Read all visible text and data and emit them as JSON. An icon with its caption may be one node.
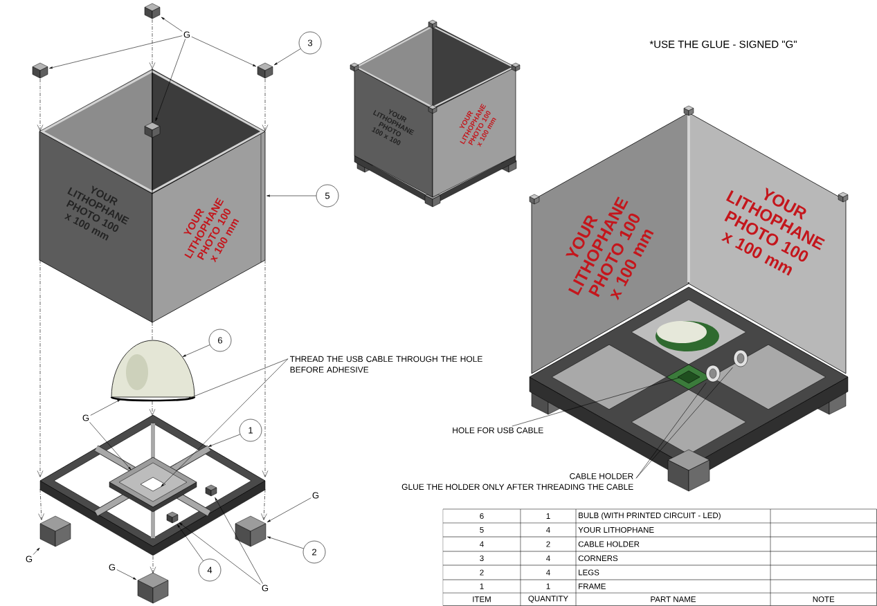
{
  "diagram": {
    "nodes": [
      {
        "text": [],
        "shape": "picture"
      },
      {
        "text": [],
        "shape": "picture"
      },
      {
        "text": [],
        "shape": "picture"
      },
      {
        "text": [],
        "shape": "picture",
        "in": 4
      },
      {
        "text": [
          "YOUR LITHOPHANE PHOTO 100 x 100 mm",
          "YOUR LITHOPHANE PHOTO 100 x 100 mm"
        ]
      },
      {
        "text": [],
        "shape": "picture"
      },
      {
        "text": [],
        "shape": "picture"
      },
      {
        "text": [],
        "shape": "picture",
        "in": 6
      },
      {
        "text": [],
        "shape": "picture",
        "in": 6
      },
      {
        "text": [],
        "shape": "picture"
      },
      {
        "text": [],
        "shape": "picture"
      },
      {
        "text": [],
        "shape": "picture"
      },
      {
        "text": [
          "G"
        ]
      },
      {
        "text": [
          "3"
        ]
      },
      {
        "text": [
          "5"
        ]
      },
      {
        "text": [
          "6"
        ]
      },
      {
        "text": [
          "THREAD THE USB CABLE THROUGH THE HOLE BEFORE ADHESIVE"
        ]
      },
      {
        "text": [
          "G"
        ]
      },
      {
        "text": [
          "1"
        ]
      },
      {
        "text": [
          "G"
        ]
      },
      {
        "text": [
          "2"
        ]
      },
      {
        "text": [
          "G"
        ]
      },
      {
        "text": [
          "G"
        ]
      },
      {
        "text": [
          "4"
        ]
      },
      {
        "text": [
          "G"
        ]
      },
      {
        "text": [
          "YOUR LITHOPHANE PHOTO 100 x 100",
          "YOUR LITHOPHANE PHOTO 100 x 100 mm"
        ]
      },
      {
        "text": [
          "YOUR LITHOPHANE PHOTO 100 x 100 mm",
          "YOUR LITHOPHANE PHOTO 100 x 100 mm"
        ]
      },
      {
        "text": [
          "HOLE FOR USB CABLE"
        ]
      },
      {
        "text": [
          "CABLE HOLDER",
          "GLUE THE HOLDER ONLY AFTER THREADING THE CABLE"
        ]
      },
      {
        "text": [],
        "shape": "picture",
        "in": 26
      },
      {
        "text": [],
        "shape": "picture",
        "in": 26
      },
      {
        "text": [],
        "shape": "picture",
        "in": 26
      },
      {
        "text": [],
        "shape": "picture",
        "in": 6
      }
    ],
    "edges": [
      {
        "from": 12,
        "to": 0,
        "arrow": "to"
      },
      {
        "from": 12,
        "to": 1,
        "arrow": "to"
      },
      {
        "from": 12,
        "to": 2,
        "arrow": "to"
      },
      {
        "from": 12,
        "to": 3,
        "arrow": "to"
      },
      {
        "from": 13,
        "to": 2,
        "arrow": "to"
      },
      {
        "from": 14,
        "to": 4,
        "arrow": "to"
      },
      {
        "from": 15,
        "to": 5,
        "arrow": "to"
      },
      {
        "from": 16,
        "to": 5,
        "arrow": "to"
      },
      {
        "from": 16,
        "to": 32,
        "arrow": "to"
      },
      {
        "from": 17,
        "to": 5,
        "arrow": "to"
      },
      {
        "from": 17,
        "to": 32,
        "arrow": "to"
      },
      {
        "from": 18,
        "to": 6,
        "arrow": "to"
      },
      {
        "from": 19,
        "to": 10,
        "arrow": "to"
      },
      {
        "from": 20,
        "to": 10,
        "arrow": "to"
      },
      {
        "from": 21,
        "to": 9,
        "arrow": "to"
      },
      {
        "from": 22,
        "to": 11,
        "arrow": "to"
      },
      {
        "from": 23,
        "to": 7,
        "arrow": "to"
      },
      {
        "from": 24,
        "to": 7,
        "arrow": "to"
      },
      {
        "from": 24,
        "to": 8,
        "arrow": "to"
      },
      {
        "from": 27,
        "to": 29,
        "arrow": "none"
      },
      {
        "from": 28,
        "to": 30,
        "arrow": "none"
      },
      {
        "from": 28,
        "to": 31,
        "arrow": "none"
      },
      {
        "from": 1,
        "to": 4,
        "arrow": "to",
        "style": "dashed"
      },
      {
        "from": 0,
        "to": 4,
        "arrow": "to",
        "style": "dashed"
      },
      {
        "from": 2,
        "to": 4,
        "arrow": "to",
        "style": "dashed"
      },
      {
        "from": 4,
        "to": 6,
        "arrow": "to",
        "style": "dashed"
      },
      {
        "from": 4,
        "to": 5,
        "arrow": "none",
        "style": "dashed"
      },
      {
        "from": 5,
        "to": 6,
        "arrow": "to",
        "style": "dashed"
      },
      {
        "from": 4,
        "to": 6,
        "arrow": "to",
        "style": "dashed"
      },
      {
        "from": 6,
        "to": 9,
        "arrow": "to",
        "style": "dashed"
      },
      {
        "from": 6,
        "to": 11,
        "arrow": "to",
        "style": "dashed"
      },
      {
        "from": 6,
        "to": 10,
        "arrow": "to",
        "style": "dashed"
      }
    ],
    "labels": [
      "*USE THE GLUE - SIGNED \"G\"",
      "6",
      "1",
      "BULB (WITH PRINTED CIRCUIT - LED)",
      "5",
      "4",
      "YOUR LITHOPHANE",
      "4",
      "2",
      "CABLE HOLDER",
      "3",
      "4",
      "CORNERS",
      "2",
      "4",
      "LEGS",
      "1",
      "1",
      "FRAME",
      "ITEM",
      "QUANTITY",
      "PART NAME",
      "NOTE"
    ]
  }
}
